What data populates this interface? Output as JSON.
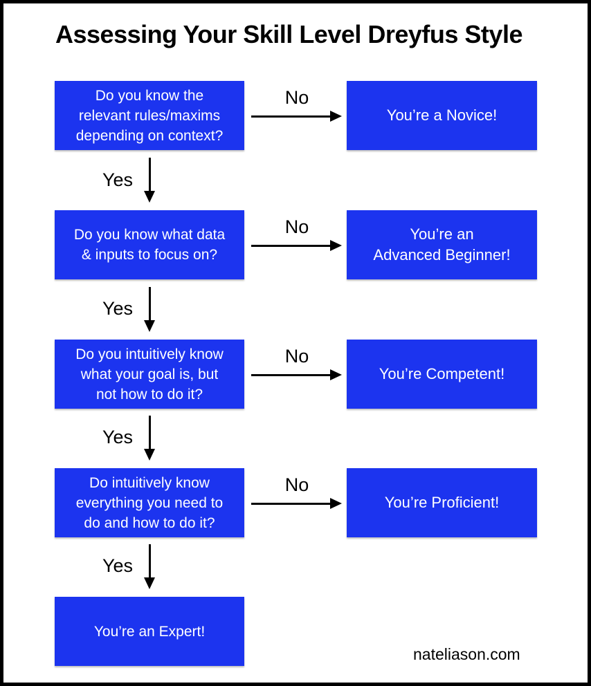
{
  "title": "Assessing Your Skill Level Dreyfus Style",
  "colors": {
    "box_blue": "#1c34ef",
    "box_text": "#ffffff",
    "arrow_black": "#000000"
  },
  "flow": {
    "yes_label": "Yes",
    "no_label": "No",
    "rows": [
      {
        "question_lines": [
          "Do you know the",
          "relevant rules/maxims",
          "depending on context?"
        ],
        "result_lines": [
          "You’re a Novice!"
        ]
      },
      {
        "question_lines": [
          "Do you know what data",
          "& inputs to focus on?"
        ],
        "result_lines": [
          "You’re an",
          "Advanced Beginner!"
        ]
      },
      {
        "question_lines": [
          "Do you intuitively know",
          "what your goal is, but",
          "not how to do it?"
        ],
        "result_lines": [
          "You’re Competent!"
        ]
      },
      {
        "question_lines": [
          "Do intuitively know",
          "everything you need to",
          "do and how to do it?"
        ],
        "result_lines": [
          "You’re Proficient!"
        ]
      }
    ],
    "final_result_lines": [
      "You’re an Expert!"
    ]
  },
  "footer": {
    "website": "nateliason.com"
  }
}
